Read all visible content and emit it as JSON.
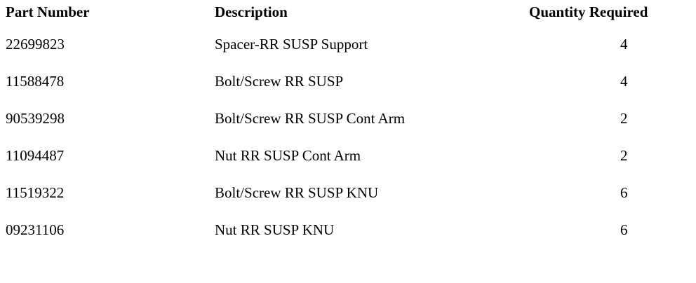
{
  "table": {
    "columns": [
      {
        "key": "part_number",
        "label": "Part Number"
      },
      {
        "key": "description",
        "label": "Description"
      },
      {
        "key": "quantity_required",
        "label": "Quantity Required"
      }
    ],
    "rows": [
      {
        "part_number": "22699823",
        "description": "Spacer-RR SUSP Support",
        "quantity_required": "4"
      },
      {
        "part_number": "11588478",
        "description": "Bolt/Screw RR SUSP",
        "quantity_required": "4"
      },
      {
        "part_number": "90539298",
        "description": "Bolt/Screw RR SUSP Cont Arm",
        "quantity_required": "2"
      },
      {
        "part_number": "11094487",
        "description": "Nut RR SUSP Cont Arm",
        "quantity_required": "2"
      },
      {
        "part_number": "11519322",
        "description": "Bolt/Screw RR SUSP KNU",
        "quantity_required": "6"
      },
      {
        "part_number": "09231106",
        "description": "Nut RR SUSP KNU",
        "quantity_required": "6"
      }
    ]
  },
  "colors": {
    "background": "#ffffff",
    "text": "#000000"
  }
}
